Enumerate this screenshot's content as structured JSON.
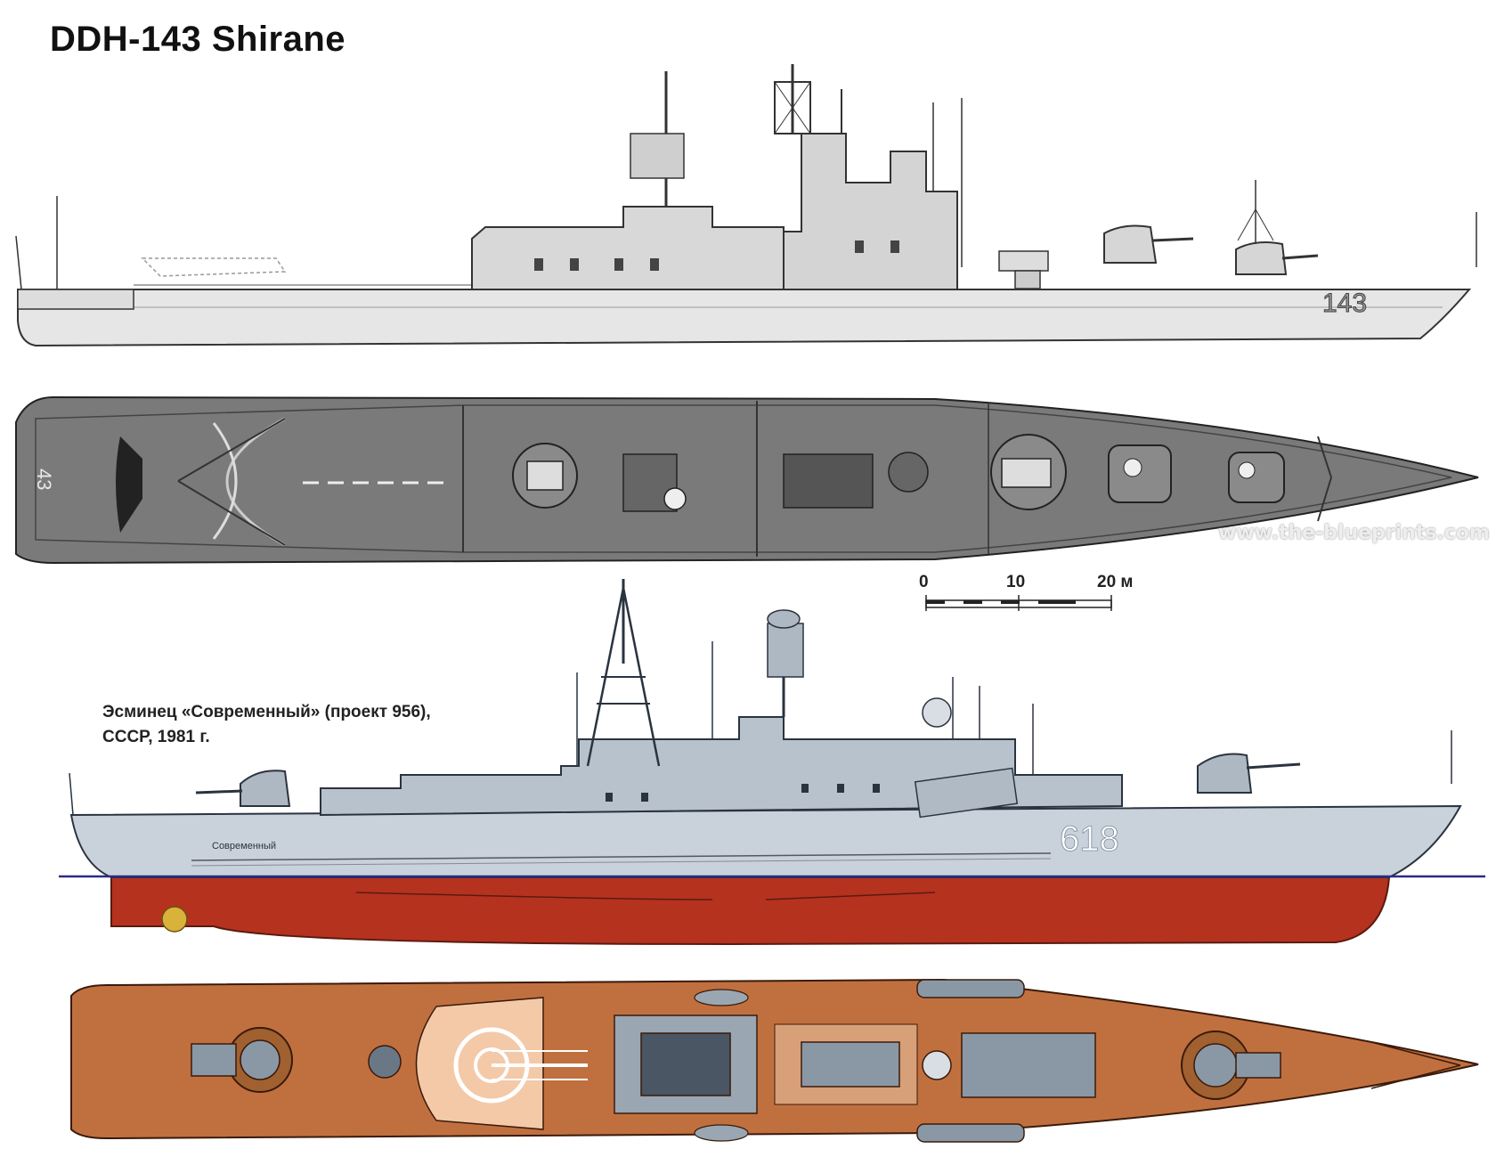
{
  "title": "DDH-143 Shirane",
  "shirane": {
    "hull_number_side": "143",
    "hull_number_deck": "43"
  },
  "sovremenny": {
    "caption_line1": "Эсминец «Современный» (проект 956),",
    "caption_line2": "СССР, 1981 г.",
    "hull_number": "618",
    "hull_name": "Современный"
  },
  "scale_bar": {
    "label_0": "0",
    "label_10": "10",
    "label_20": "20 м"
  },
  "watermark": "www.the-blueprints.com",
  "colors": {
    "shirane_side": "#e4e4e4",
    "shirane_deck": "#7a7a7a",
    "sov_hull": "#c9d2da",
    "sov_underwater": "#b5321e",
    "sov_deck": "#c0703f",
    "waterline": "#2a2a8a"
  }
}
